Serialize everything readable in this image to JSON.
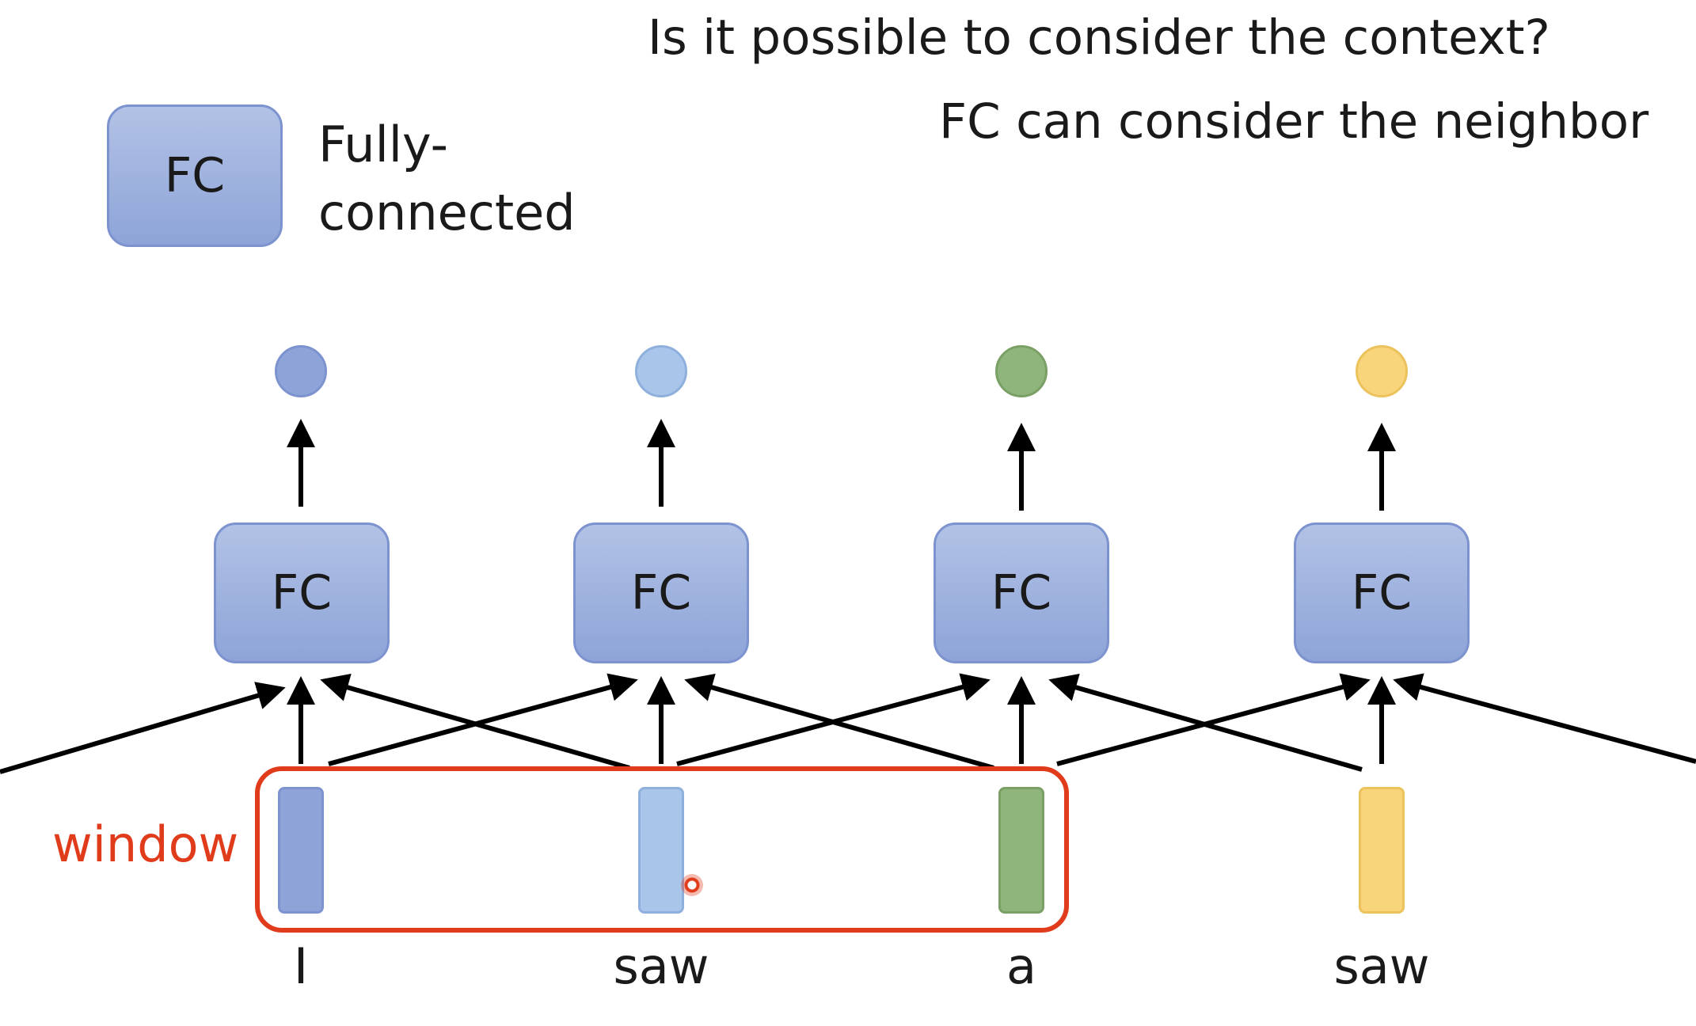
{
  "question": "Is it possible to consider the context?",
  "note": "FC can consider the neighbor",
  "legend": {
    "box_label": "FC",
    "text_line1": "Fully-",
    "text_line2": "connected"
  },
  "fc_label": "FC",
  "window_label": "window",
  "words": [
    "I",
    "saw",
    "a",
    "saw"
  ],
  "colors": {
    "blue": "#8ea4d8",
    "light_blue": "#a9c6ea",
    "green": "#8fb57c",
    "yellow": "#f8d47a",
    "window": "#e03c1c"
  }
}
